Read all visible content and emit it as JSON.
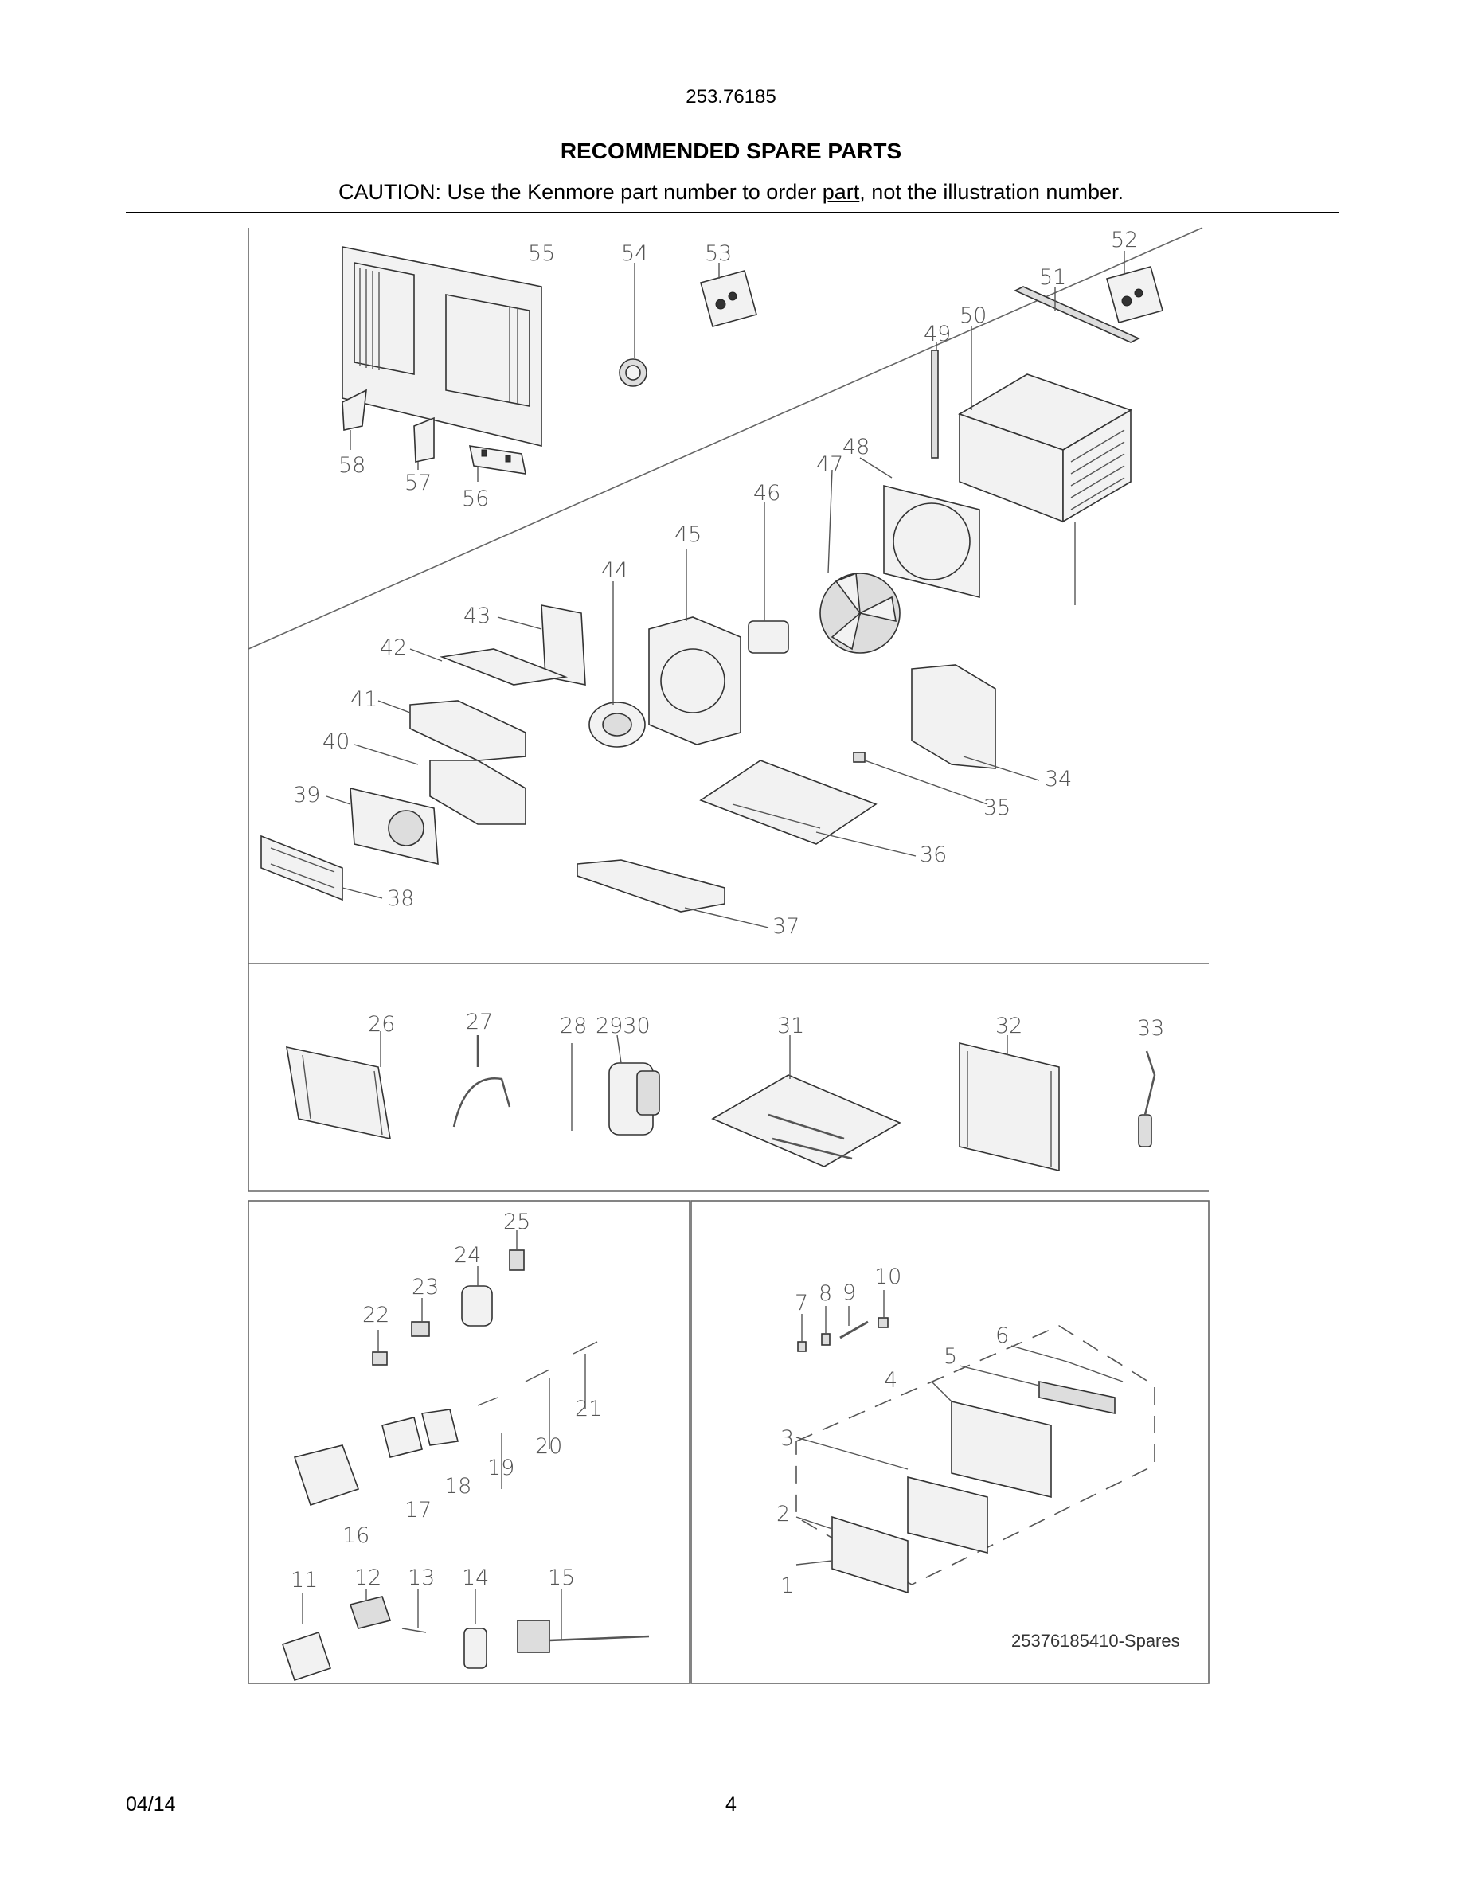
{
  "header": {
    "model_number": "253.76185",
    "title": "RECOMMENDED SPARE PARTS",
    "caution_before": "CAUTION: Use the Kenmore part number to order ",
    "caution_link": "part",
    "caution_after": ", not the illustration number."
  },
  "diagram": {
    "drawing_code": "25376185410-Spares",
    "callouts": [
      "1",
      "2",
      "3",
      "4",
      "5",
      "6",
      "7",
      "8",
      "9",
      "10",
      "11",
      "12",
      "13",
      "14",
      "15",
      "16",
      "17",
      "18",
      "19",
      "20",
      "21",
      "22",
      "23",
      "24",
      "25",
      "26",
      "27",
      "28",
      "2930",
      "31",
      "32",
      "33",
      "34",
      "35",
      "36",
      "37",
      "38",
      "39",
      "40",
      "41",
      "42",
      "43",
      "44",
      "45",
      "46",
      "47",
      "48",
      "49",
      "50",
      "51",
      "52",
      "53",
      "54",
      "55",
      "56",
      "57",
      "58"
    ]
  },
  "footer": {
    "date": "04/14",
    "page_number": "4"
  }
}
